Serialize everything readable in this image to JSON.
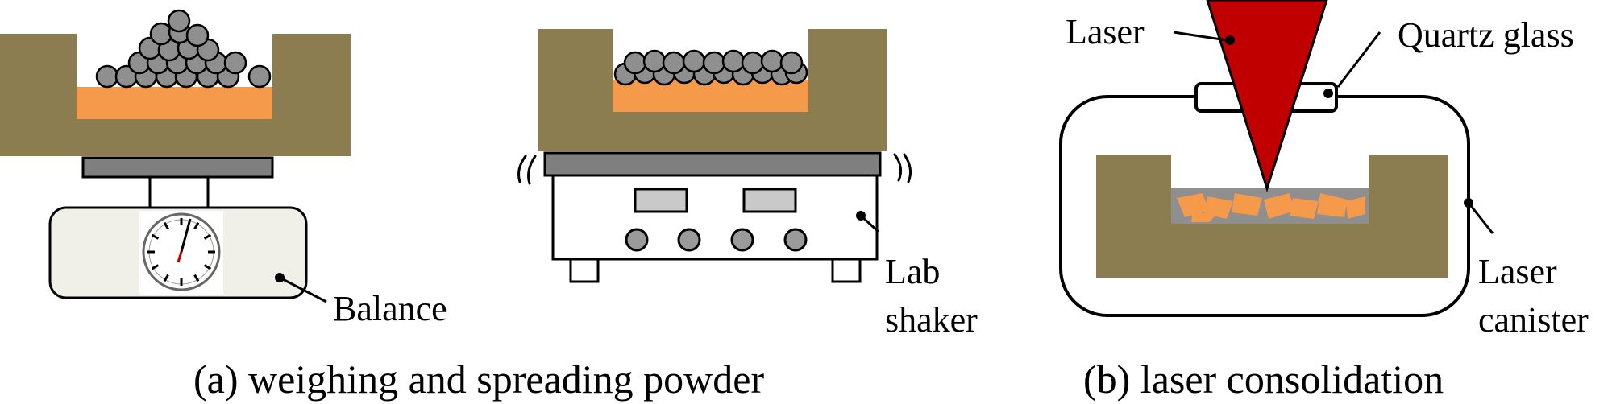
{
  "colors": {
    "tray": "#8B7D4F",
    "powder_bed": "#F5994A",
    "powder_gray": "#8C8C8C",
    "particle": "#8F8F8F",
    "laser": "#C00000",
    "device_body": "#F0EFE8",
    "plate": "#7F7F7F",
    "outline": "#000000",
    "consolidated_gray": "#8F8F8F"
  },
  "labels": {
    "balance": "Balance",
    "lab_shaker_line1": "Lab",
    "lab_shaker_line2": "shaker",
    "laser": "Laser",
    "quartz_glass": "Quartz glass",
    "laser_canister_line1": "Laser",
    "laser_canister_line2": "canister"
  },
  "captions": {
    "a": "(a) weighing and spreading powder",
    "b": "(b) laser consolidation"
  },
  "icons": {
    "balance_dial": "gauge-dial-icon",
    "shaker_vibration": "vibration-lines-icon"
  }
}
